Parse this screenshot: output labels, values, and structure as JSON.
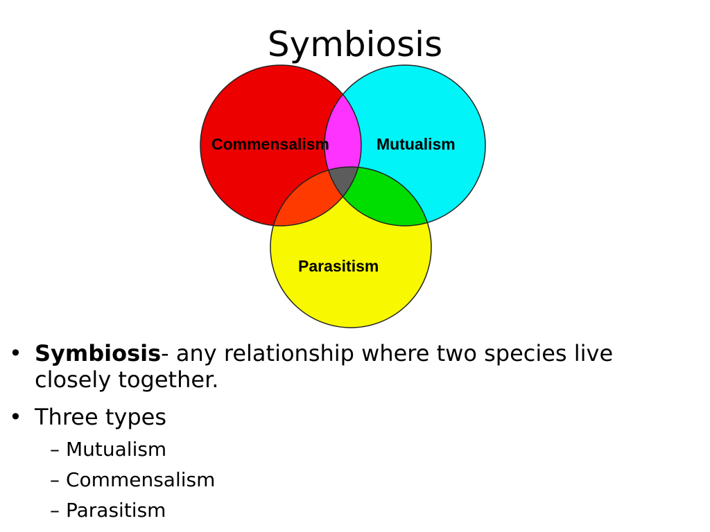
{
  "title": "Symbiosis",
  "venn": {
    "circles": [
      {
        "label": "Commensalism",
        "color": "#ec0000"
      },
      {
        "label": "Mutualism",
        "color": "#00f4f8"
      },
      {
        "label": "Parasitism",
        "color": "#f8f800"
      }
    ],
    "overlap_colors": {
      "commensalism_mutualism": "#ff33ff",
      "commensalism_parasitism": "#ff3a00",
      "mutualism_parasitism": "#00dd00",
      "all_three": "#5c5c5c"
    }
  },
  "bullets": [
    {
      "marker": "•",
      "bold": "Symbiosis",
      "text": "- any relationship where two species live",
      "text2": "closely together."
    },
    {
      "marker": "•",
      "text": "Three types"
    }
  ],
  "sub_bullets": [
    {
      "marker": "–",
      "text": "Mutualism"
    },
    {
      "marker": "–",
      "text": "Commensalism"
    },
    {
      "marker": "–",
      "text": "Parasitism"
    }
  ]
}
